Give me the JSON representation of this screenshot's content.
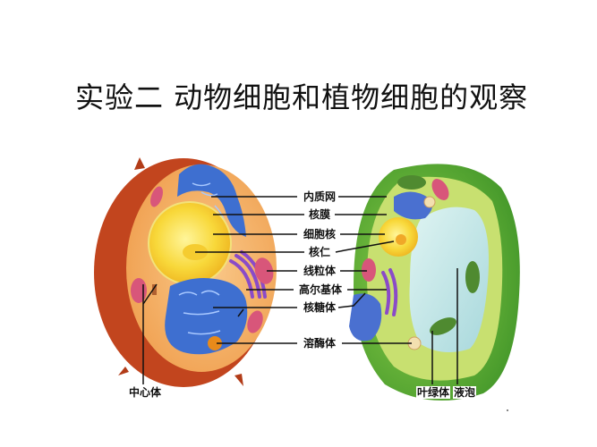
{
  "title": "实验二  动物细胞和植物细胞的观察",
  "diagram": {
    "animal_cell": {
      "name": "animal-cell",
      "colors": {
        "membrane": "#c0401c",
        "cytoplasm": "#f5b26a",
        "nucleus": "#f6d23a",
        "er": "#3e6fd0",
        "golgi": "#8a4bc8",
        "mitochondria": "#d8567a",
        "lysosome": "#e88a1a"
      },
      "bottom_label": "中心体"
    },
    "plant_cell": {
      "name": "plant-cell",
      "colors": {
        "wall": "#5aa830",
        "cytoplasm": "#c8e070",
        "vacuole": "#bfe6ea",
        "nucleus": "#f5d43c",
        "chloroplast": "#4f8a30",
        "er": "#4a70d0",
        "golgi": "#8a4bc8",
        "mitochondria": "#d8567a"
      },
      "bottom_labels": [
        "叶绿体",
        "液泡"
      ]
    },
    "center_labels": [
      "内质网",
      "核膜",
      "细胞核",
      "核仁",
      "线粒体",
      "高尔基体",
      "核糖体",
      "溶酶体"
    ]
  }
}
